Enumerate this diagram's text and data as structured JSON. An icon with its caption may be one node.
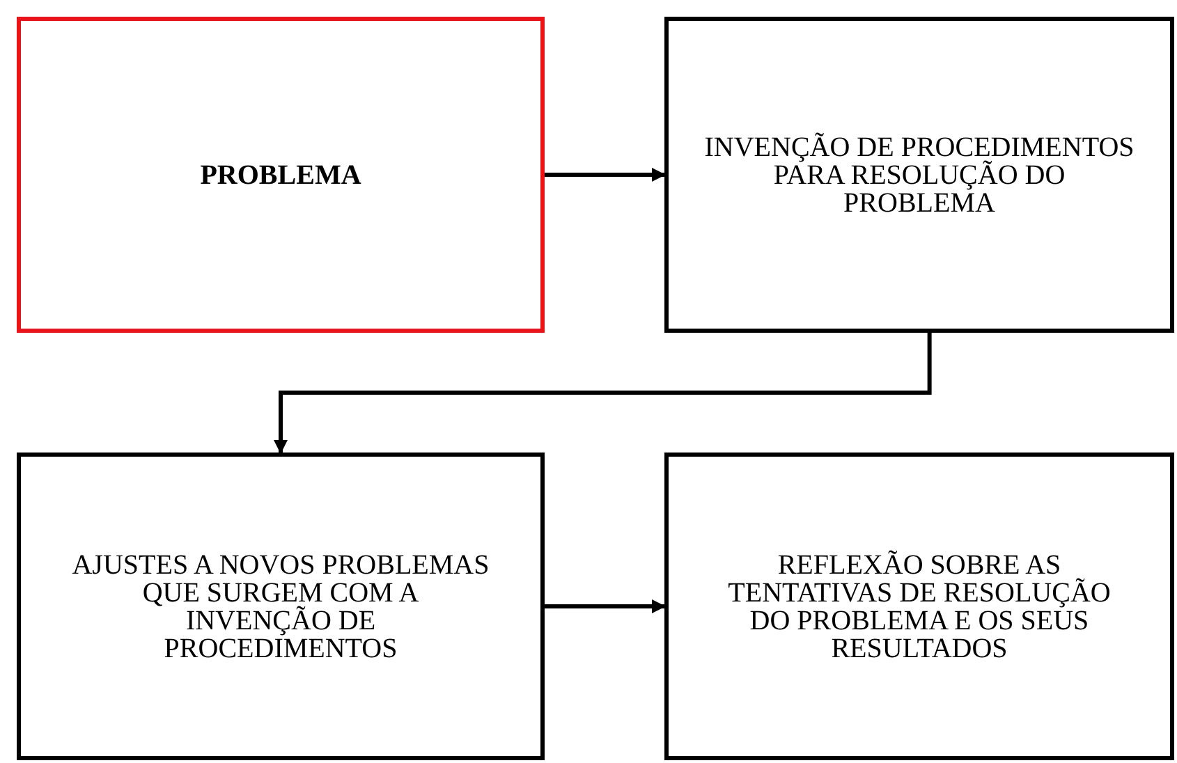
{
  "diagram": {
    "nodes": [
      {
        "text": [
          "PROBLEMA"
        ]
      },
      {
        "text": [
          "INVENÇÃO DE PROCEDIMENTOS PARA RESOLUÇÃO DO PROBLEMA"
        ]
      },
      {
        "text": [
          "AJUSTES A NOVOS PROBLEMAS QUE SURGEM COM A INVENÇÃO DE PROCEDIMENTOS"
        ]
      },
      {
        "text": [
          "REFLEXÃO SOBRE AS TENTATIVAS DE RESOLUÇÃO DO PROBLEMA E OS SEUS RESULTADOS"
        ]
      }
    ],
    "edges": [
      {
        "from": 0,
        "to": 1,
        "arrow": "to"
      },
      {
        "from": 1,
        "to": 2,
        "arrow": "to"
      },
      {
        "from": 2,
        "to": 3,
        "arrow": "to"
      }
    ]
  }
}
